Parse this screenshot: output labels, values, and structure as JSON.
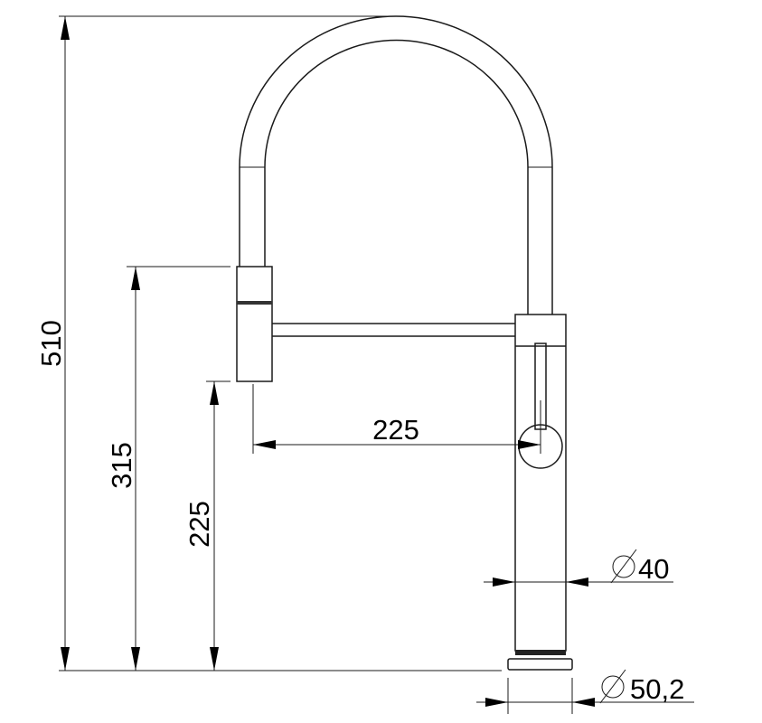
{
  "drawing": {
    "title": "Faucet dimension drawing",
    "dimensions": {
      "total_height": "510",
      "spray_head_top_height": "315",
      "spray_head_outlet_height": "225",
      "spout_reach": "225",
      "body_diameter": "40",
      "base_diameter": "50,2"
    },
    "diameter_symbol": "∅"
  }
}
